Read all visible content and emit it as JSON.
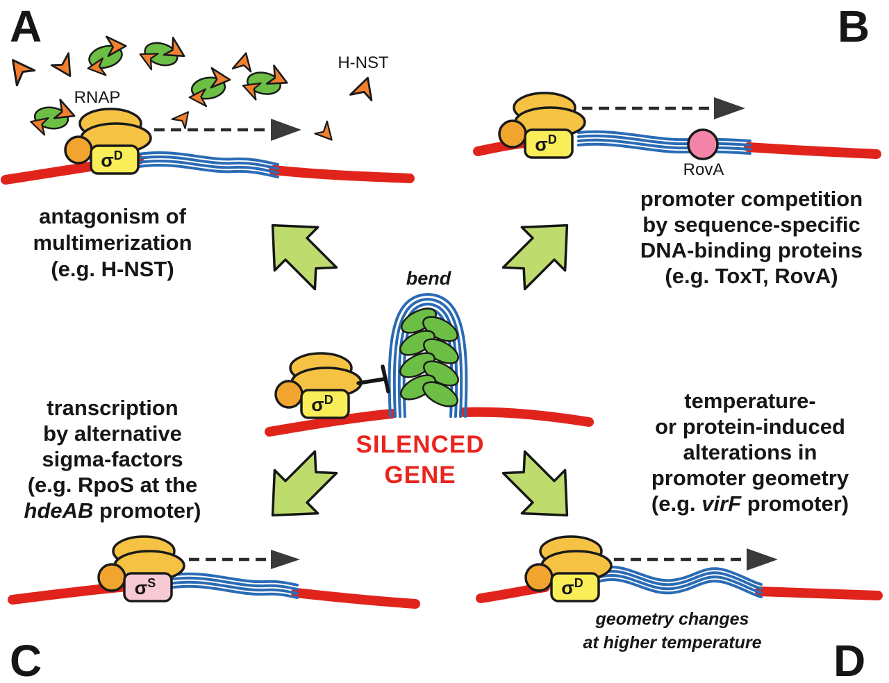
{
  "panel_a": {
    "corner_label": "A",
    "rnap_label": "RNAP",
    "hnst_label": "H-NST",
    "sigma_base": "σ",
    "sigma_sup": "D",
    "caption": [
      "antagonism of",
      "multimerization",
      "(e.g. H-NST)"
    ]
  },
  "panel_b": {
    "corner_label": "B",
    "rova_label": "RovA",
    "sigma_base": "σ",
    "sigma_sup": "D",
    "caption": [
      "promoter competition",
      "by sequence-specific",
      "DNA-binding proteins",
      "(e.g. ToxT, RovA)"
    ]
  },
  "panel_c": {
    "corner_label": "C",
    "sigma_base": "σ",
    "sigma_sup": "S",
    "caption": [
      "transcription",
      "by alternative",
      "sigma-factors",
      "(e.g. RpoS at the"
    ],
    "caption_italic": "hdeAB",
    "caption_after_italic": " promoter)"
  },
  "panel_d": {
    "corner_label": "D",
    "sigma_base": "σ",
    "sigma_sup": "D",
    "caption": [
      "temperature-",
      "or protein-induced",
      "alterations in",
      "promoter geometry"
    ],
    "caption_pre": "(e.g. ",
    "caption_italic": "virF",
    "caption_after_italic": " promoter)",
    "note": [
      "geometry changes",
      "at higher temperature"
    ]
  },
  "center": {
    "bend_label": "bend",
    "silenced": [
      "SILENCED",
      "GENE"
    ],
    "sigma_base": "σ",
    "sigma_sup": "D"
  },
  "colors": {
    "dna_red": "#e0241c",
    "dna_blue": "#2a6bb5",
    "rnap_yellow": "#f6c244",
    "rnap_orange": "#f2a52e",
    "sigma_yellow": "#f9ee58",
    "sigma_pink": "#f7c9d4",
    "rova_pink": "#f585a8",
    "hns_green": "#6cbe45",
    "hnst_orange": "#f08030",
    "arrow_green": "#bedc6e",
    "silenced_red": "#e8251f"
  }
}
